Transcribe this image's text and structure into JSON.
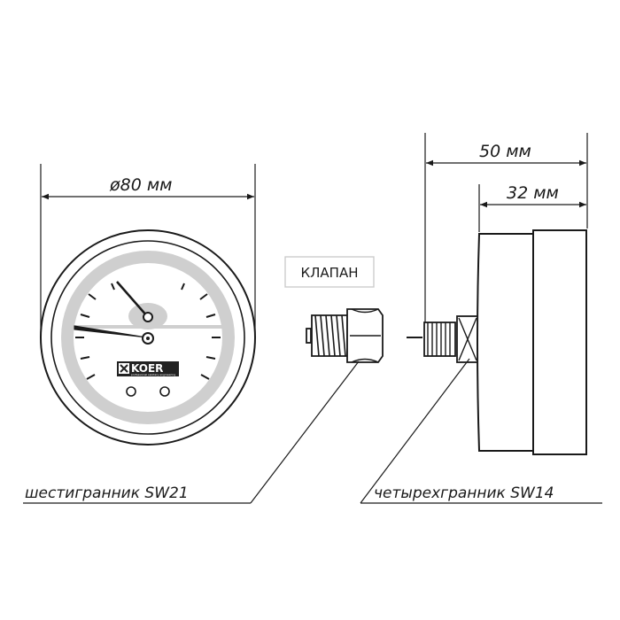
{
  "dimensions": {
    "diameter": "ø80 мм",
    "depth_total": "50 мм",
    "depth_body": "32 мм"
  },
  "labels": {
    "valve": "КЛАПАН",
    "hex_nut": "шестигранник SW21",
    "square_nut": "четырехгранник SW14"
  },
  "gauge": {
    "brand": "KOER",
    "brand_tagline": "professional sanitary engineering"
  },
  "colors": {
    "line": "#1a1a1a",
    "dial_band": "#cfcfcf",
    "brand_bg": "#222222"
  }
}
